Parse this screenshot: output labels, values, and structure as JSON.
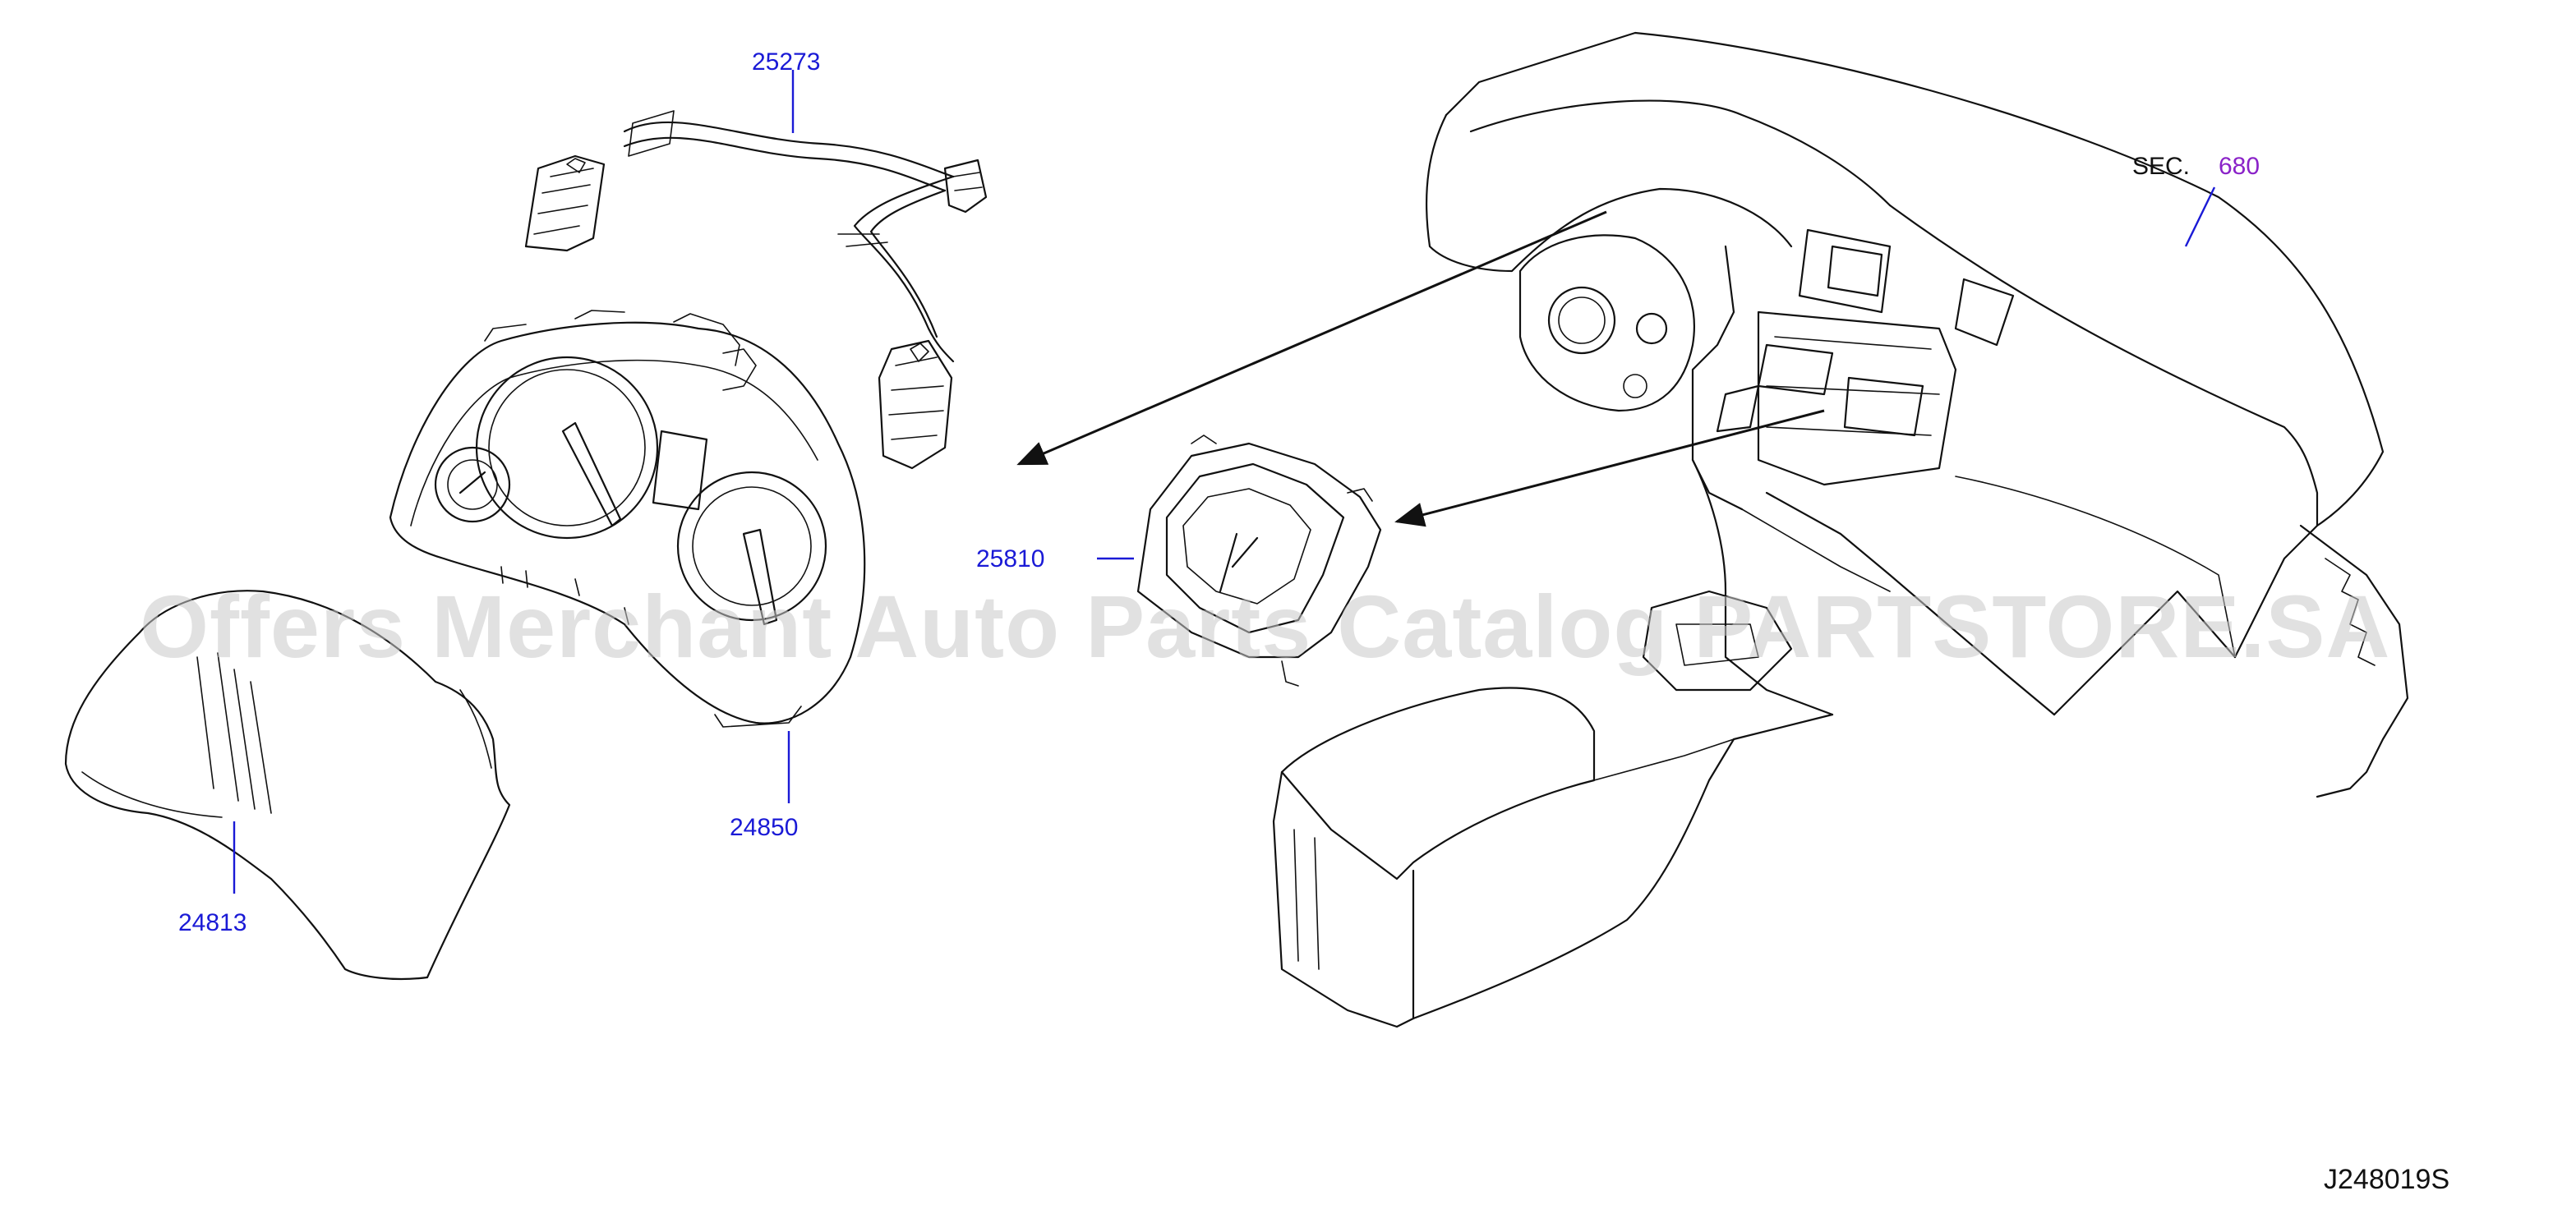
{
  "parts": [
    {
      "id": "part-25273",
      "number": "25273"
    },
    {
      "id": "part-24850",
      "number": "24850"
    },
    {
      "id": "part-24813",
      "number": "24813"
    },
    {
      "id": "part-25810",
      "number": "25810"
    }
  ],
  "section_ref": {
    "prefix": "SEC.",
    "number": "680"
  },
  "diagram_code": "J248019S",
  "watermark": "Offers Merchant Auto Parts Catalog PARTSTORE.SA",
  "colors": {
    "part_number": "#1a1ad6",
    "section_number": "#8a22c8",
    "line": "#111111",
    "watermark": "#c9c9c9"
  }
}
